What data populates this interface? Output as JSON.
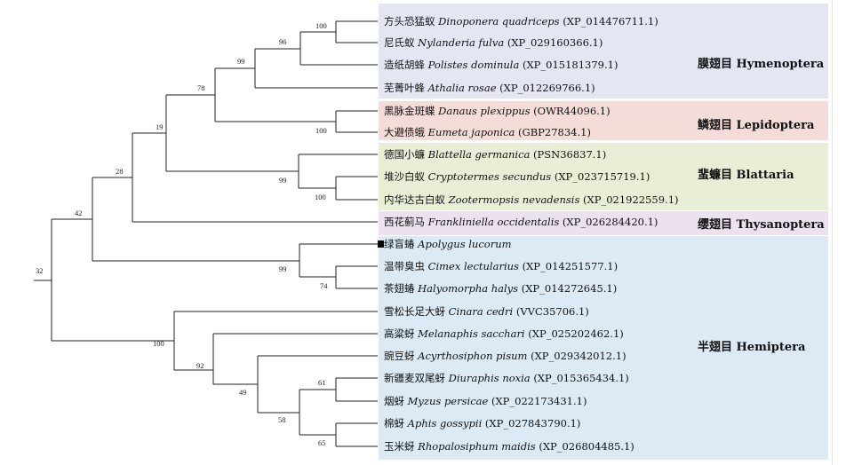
{
  "groups": [
    {
      "id": "hym",
      "label": "膜翅目 Hymenoptera",
      "color": "#e3e7f4"
    },
    {
      "id": "lep",
      "label": "鳞翅目 Lepidoptera",
      "color": "#f4dcd9"
    },
    {
      "id": "bla",
      "label": "蜚蠊目 Blattaria",
      "color": "#e9efd6"
    },
    {
      "id": "thy",
      "label": "缨翅目 Thysanoptera",
      "color": "#ebe1ef"
    },
    {
      "id": "hem",
      "label": "半翅目 Hemiptera",
      "color": "#dceaf5"
    }
  ],
  "taxa": [
    {
      "cn": "方头恐猛蚁",
      "sp": "Dinoponera quadriceps",
      "acc": "(XP_014476711.1)"
    },
    {
      "cn": "尼氏蚁",
      "sp": "Nylanderia fulva",
      "acc": "(XP_029160366.1)"
    },
    {
      "cn": "造纸胡蜂",
      "sp": "Polistes dominula",
      "acc": "(XP_015181379.1)"
    },
    {
      "cn": "芜菁叶蜂",
      "sp": "Athalia rosae",
      "acc": "(XP_012269766.1)"
    },
    {
      "cn": "黑脉金斑蝶",
      "sp": "Danaus plexippus",
      "acc": "(OWR44096.1)"
    },
    {
      "cn": "大避债蛾",
      "sp": "Eumeta japonica",
      "acc": "(GBP27834.1)"
    },
    {
      "cn": "德国小蠊",
      "sp": "Blattella germanica",
      "acc": "(PSN36837.1)"
    },
    {
      "cn": "堆沙白蚁",
      "sp": "Cryptotermes secundus",
      "acc": "(XP_023715719.1)"
    },
    {
      "cn": "内华达古白蚁",
      "sp": "Zootermopsis nevadensis",
      "acc": "(XP_021922559.1)"
    },
    {
      "cn": "西花蓟马",
      "sp": "Frankliniella occidentalis",
      "acc": "(XP_026284420.1)"
    },
    {
      "cn": "绿盲蝽",
      "sp": "Apolygus lucorum",
      "acc": ""
    },
    {
      "cn": "温带臭虫",
      "sp": "Cimex lectularius",
      "acc": "(XP_014251577.1)"
    },
    {
      "cn": "茶翅蝽",
      "sp": "Halyomorpha halys",
      "acc": "(XP_014272645.1)"
    },
    {
      "cn": "雪松长足大蚜",
      "sp": "Cinara cedri",
      "acc": "(VVC35706.1)"
    },
    {
      "cn": "高粱蚜",
      "sp": "Melanaphis sacchari",
      "acc": "(XP_025202462.1)"
    },
    {
      "cn": "豌豆蚜",
      "sp": "Acyrthosiphon pisum",
      "acc": "(XP_029342012.1)"
    },
    {
      "cn": "新疆麦双尾蚜",
      "sp": "Diuraphis noxia",
      "acc": "(XP_015365434.1)"
    },
    {
      "cn": "烟蚜",
      "sp": "Myzus persicae",
      "acc": "(XP_022173431.1)"
    },
    {
      "cn": "棉蚜",
      "sp": "Aphis gossypii",
      "acc": "(XP_027843790.1)"
    },
    {
      "cn": "玉米蚜",
      "sp": "Rhopalosiphum maidis",
      "acc": "(XP_026804485.1)"
    }
  ],
  "query_marker": {
    "taxon_index": 10,
    "shape": "filled-square",
    "color": "#000000"
  },
  "bootstrap": {
    "dino_nyl": "100",
    "ants_pol": "96",
    "hym_core": "99",
    "hym_lep": "78",
    "lep": "100",
    "hym_lep_bla": "19",
    "bla": "99",
    "termites": "100",
    "with_thy": "28",
    "with_hem1": "42",
    "root": "32",
    "cimex_haly": "74",
    "mirid_group": "99",
    "aphids": "100",
    "aph_inner": "92",
    "aph_core": "49",
    "dno_myz": "61",
    "aphis_rho": "65",
    "aph_pair": "58"
  }
}
